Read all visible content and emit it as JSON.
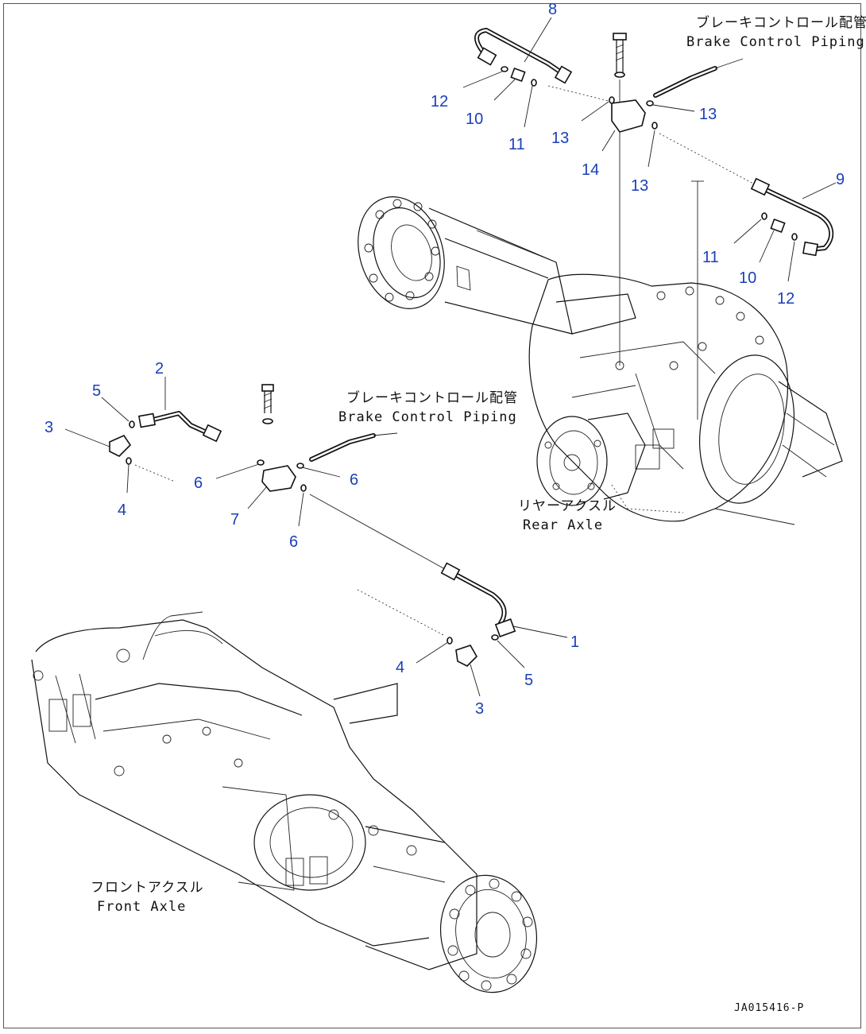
{
  "diagram": {
    "captions": {
      "brake_top_jp": "ブレーキコントロール配管",
      "brake_top_en": "Brake Control Piping",
      "brake_mid_jp": "ブレーキコントロール配管",
      "brake_mid_en": "Brake Control Piping",
      "rear_jp": "リヤーアクスル",
      "rear_en": "Rear Axle",
      "front_jp": "フロントアクスル",
      "front_en": "Front Axle",
      "drawing_code": "JA015416-P"
    },
    "callouts": {
      "c8": "8",
      "c12a": "12",
      "c10a": "10",
      "c11a": "11",
      "c13a": "13",
      "c13b": "13",
      "c13c": "13",
      "c14": "14",
      "c9": "9",
      "c11b": "11",
      "c10b": "10",
      "c12b": "12",
      "c2": "2",
      "c5a": "5",
      "c3a": "3",
      "c4a": "4",
      "c6a": "6",
      "c6b": "6",
      "c6c": "6",
      "c7": "7",
      "c1": "1",
      "c4b": "4",
      "c5b": "5",
      "c3b": "3"
    }
  },
  "colors": {
    "callout": "#1a3fb8",
    "line": "#111111",
    "background": "#ffffff"
  }
}
